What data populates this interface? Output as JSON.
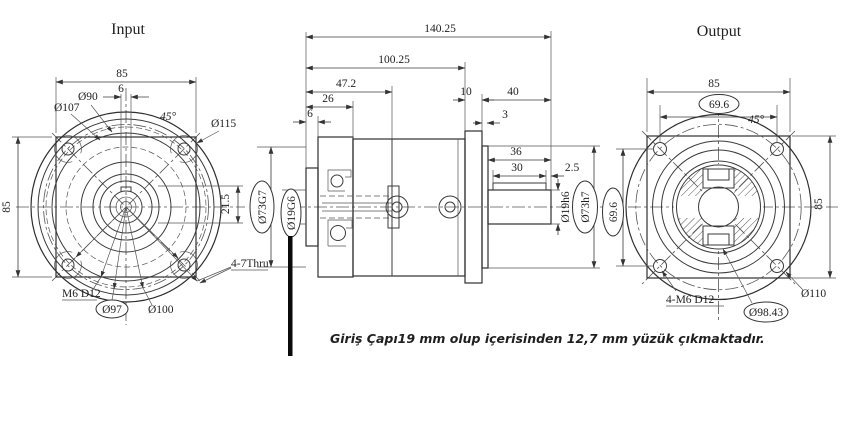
{
  "drawing": {
    "input_view": {
      "title": "Input",
      "dim_width": "85",
      "dim_height": "85",
      "dim_keyway_width": "6",
      "dim_keyway_depth": "21.5",
      "dia_107": "Ø107",
      "dia_90": "Ø90",
      "dia_115": "Ø115",
      "angle": "45°",
      "holes_thru": "4-7Thru",
      "tap": "M6 D12",
      "dia_97": "Ø97",
      "dia_100": "Ø100"
    },
    "side_view": {
      "dim_140_25": "140.25",
      "dim_100_25": "100.25",
      "dim_47_2": "47.2",
      "dim_26": "26",
      "dim_6": "6",
      "dim_10": "10",
      "dim_40": "40",
      "dim_3": "3",
      "dim_36": "36",
      "dim_30": "30",
      "dim_2_5": "2.5",
      "dia_73g7": "Ø73G7",
      "dia_19g6": "Ø19G6",
      "dia_19h6": "Ø19h6",
      "dia_73h7": "Ø73h7"
    },
    "output_view": {
      "title": "Output",
      "dim_width": "85",
      "dim_height": "85",
      "dim_spacing_h": "69.6",
      "dim_spacing_v": "69.6",
      "angle": "45°",
      "tap": "4-M6 D12",
      "dia_98_43": "Ø98.43",
      "dia_110": "Ø110"
    },
    "note": "Giriş Çapı19 mm olup içerisinden 12,7 mm yüzük çıkmaktadır."
  }
}
